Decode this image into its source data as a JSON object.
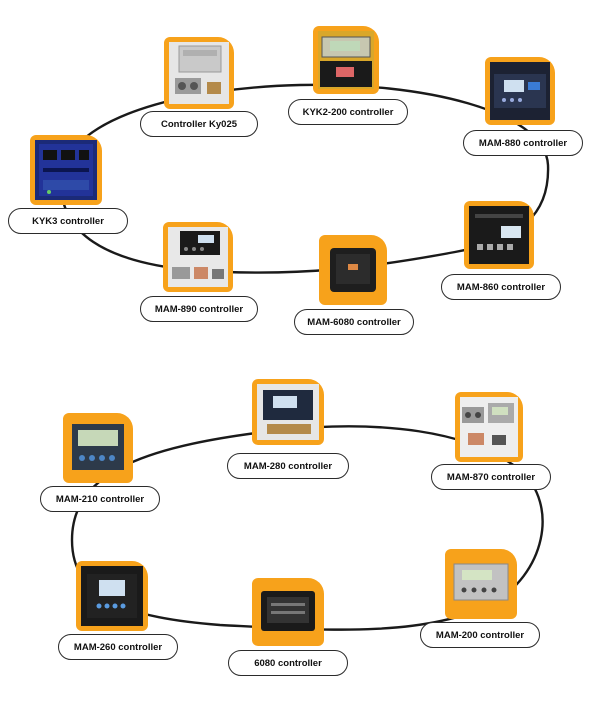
{
  "colors": {
    "card_background": "#f7a21b",
    "label_border": "#2b2b2b",
    "ring_line": "#1a1a1a"
  },
  "top_ring": {
    "items": [
      {
        "label": "Controller Ky025",
        "icon": "controller-ky025-photo"
      },
      {
        "label": "KYK2-200 controller",
        "icon": "kyk2-200-photo"
      },
      {
        "label": "MAM-880 controller",
        "icon": "mam-880-photo"
      },
      {
        "label": "MAM-860 controller",
        "icon": "mam-860-photo"
      },
      {
        "label": "MAM-6080 controller",
        "icon": "mam-6080-photo"
      },
      {
        "label": "MAM-890 controller",
        "icon": "mam-890-photo"
      },
      {
        "label": "KYK3 controller",
        "icon": "kyk3-photo"
      }
    ]
  },
  "bottom_ring": {
    "items": [
      {
        "label": "MAM-280 controller",
        "icon": "mam-280-photo"
      },
      {
        "label": "MAM-870 controller",
        "icon": "mam-870-photo"
      },
      {
        "label": "MAM-200 controller",
        "icon": "mam-200-photo"
      },
      {
        "label": "6080 controller",
        "icon": "6080-photo"
      },
      {
        "label": "MAM-260 controller",
        "icon": "mam-260-photo"
      },
      {
        "label": "MAM-210 controller",
        "icon": "mam-210-photo"
      }
    ]
  }
}
